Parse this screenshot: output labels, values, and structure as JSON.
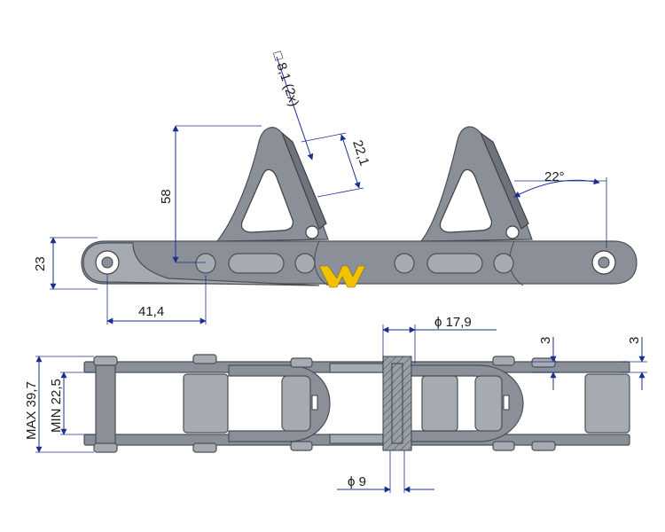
{
  "dimensions": {
    "hole_spec": "□ 8,1 (2x)",
    "flight_height": "58",
    "pitch": "41,4",
    "link_height": "23",
    "slot_height": "22,1",
    "angle": "22°",
    "pin_diameter": "ϕ 17,9",
    "bushing_diameter": "ϕ 9",
    "plate_thickness_left": "3",
    "plate_thickness_right": "3",
    "width_max": "MAX 39,7",
    "width_min": "MIN 22,5"
  },
  "colors": {
    "dimension_line": "#1a2f8f",
    "steel": "#8b9098",
    "logo": "#f2c200"
  }
}
